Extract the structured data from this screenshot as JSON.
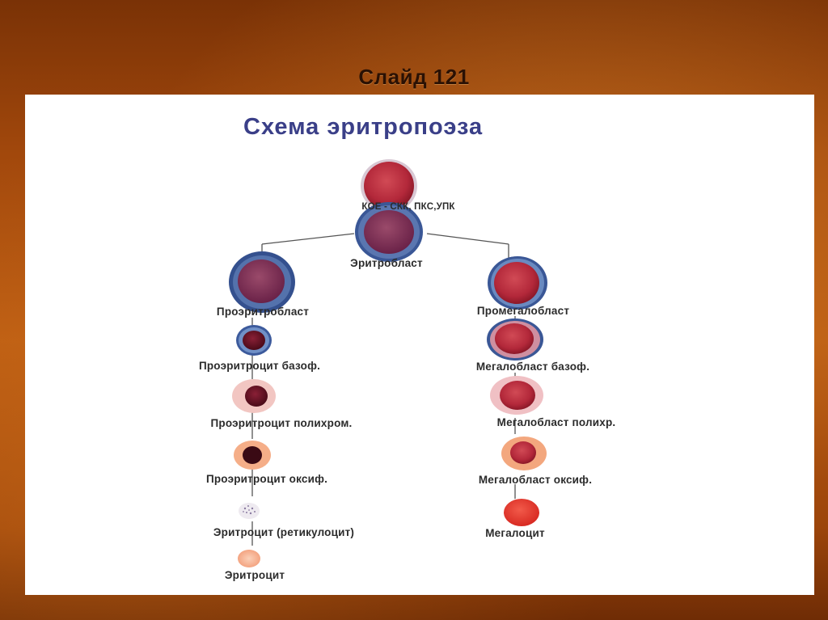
{
  "slide": {
    "title": "Слайд 121"
  },
  "diagram": {
    "title": "Схема  эритропоэза",
    "labels": {
      "koe": "КОЕ - СКК, ПКС,УПК",
      "erythroblast": "Эритробласт",
      "proerythroblast": "Проэритробласт",
      "proerythrocyte_basoph": "Проэритроцит базоф.",
      "proerythrocyte_polychrom": "Проэритроцит полихром.",
      "proerythrocyte_oxyph": "Проэритроцит оксиф.",
      "erythrocyte_reticulocyte": "Эритроцит (ретикулоцит)",
      "erythrocyte": "Эритроцит",
      "promegaloblast": "Промегалобласт",
      "megaloblast_basoph": "Мегалобласт базоф.",
      "megaloblast_polychr": "Мегалобласт полихр.",
      "megaloblast_oxyph": "Мегалобласт оксиф.",
      "megalocyte": "Мегалоцит"
    },
    "colors": {
      "title": "#3a3f88",
      "nucleus_red": "#b3283a",
      "nucleus_dark": "#5a0f1e",
      "cytoplasm_blue": "#3c5a9c",
      "cytoplasm_pink": "#f2c6c2",
      "cytoplasm_orange": "#f3a77e",
      "megalocyte": "#e53a30",
      "erythrocyte": "#f7b494"
    }
  }
}
